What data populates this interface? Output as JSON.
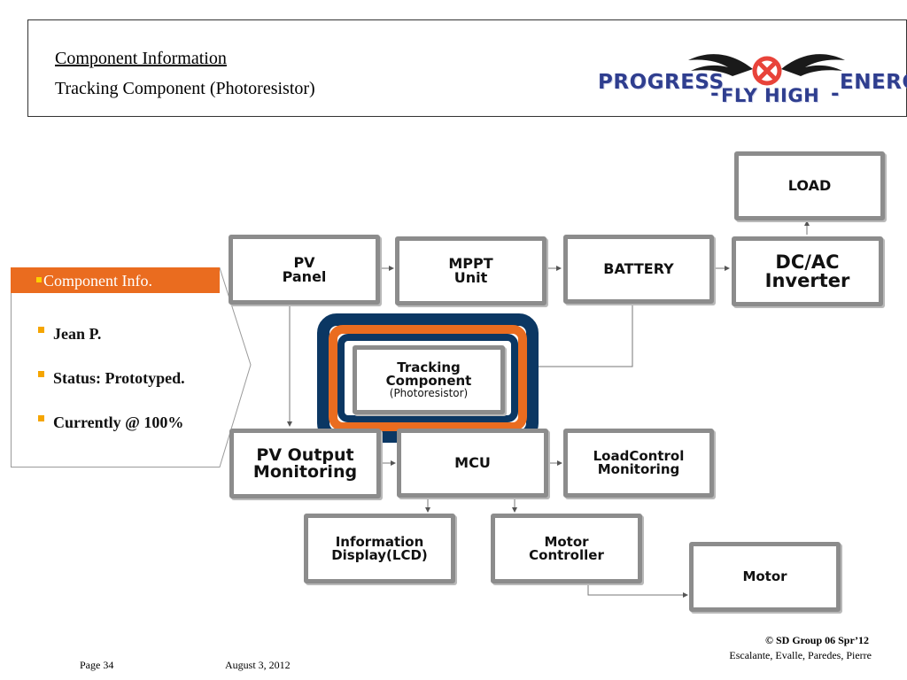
{
  "header": {
    "title": "Component Information",
    "subtitle": "Tracking Component (Photoresistor)"
  },
  "logo": {
    "left_text": "PROGRESS",
    "middle_text": "FLY HIGH",
    "right_text": "ENERGY",
    "dash_left": "-",
    "dash_right": "-"
  },
  "side_panel": {
    "header": "Component Info.",
    "items": [
      {
        "text": "Jean P."
      },
      {
        "text": "Status: Prototyped."
      },
      {
        "text": "Currently @ 100%"
      }
    ]
  },
  "diagram": {
    "nodes": {
      "load": "LOAD",
      "pv_panel_1": "PV",
      "pv_panel_2": "Panel",
      "mppt_1": "MPPT",
      "mppt_2": "Unit",
      "battery": "BATTERY",
      "dcac_1": "DC/AC",
      "dcac_2": "Inverter",
      "tracking_1": "Tracking",
      "tracking_2": "Component",
      "tracking_3": "(Photoresistor)",
      "pv_output_1": "PV Output",
      "pv_output_2": "Monitoring",
      "mcu": "MCU",
      "load_control_1": "LoadControl",
      "load_control_2": "Monitoring",
      "info_display_1": "Information",
      "info_display_2": "Display(LCD)",
      "motor_controller_1": "Motor",
      "motor_controller_2": "Controller",
      "motor": "Motor"
    }
  },
  "footer": {
    "page": "Page 34",
    "date": "August 3, 2012",
    "copyright": "© SD Group 06 Spr’12",
    "authors": "Escalante, Evalle, Paredes, Pierre"
  },
  "colors": {
    "orange": "#ea6c1f",
    "navy": "#0b3763",
    "logo_blue": "#2f3e8f",
    "logo_red": "#e8433a",
    "bullet": "#f5a500"
  }
}
